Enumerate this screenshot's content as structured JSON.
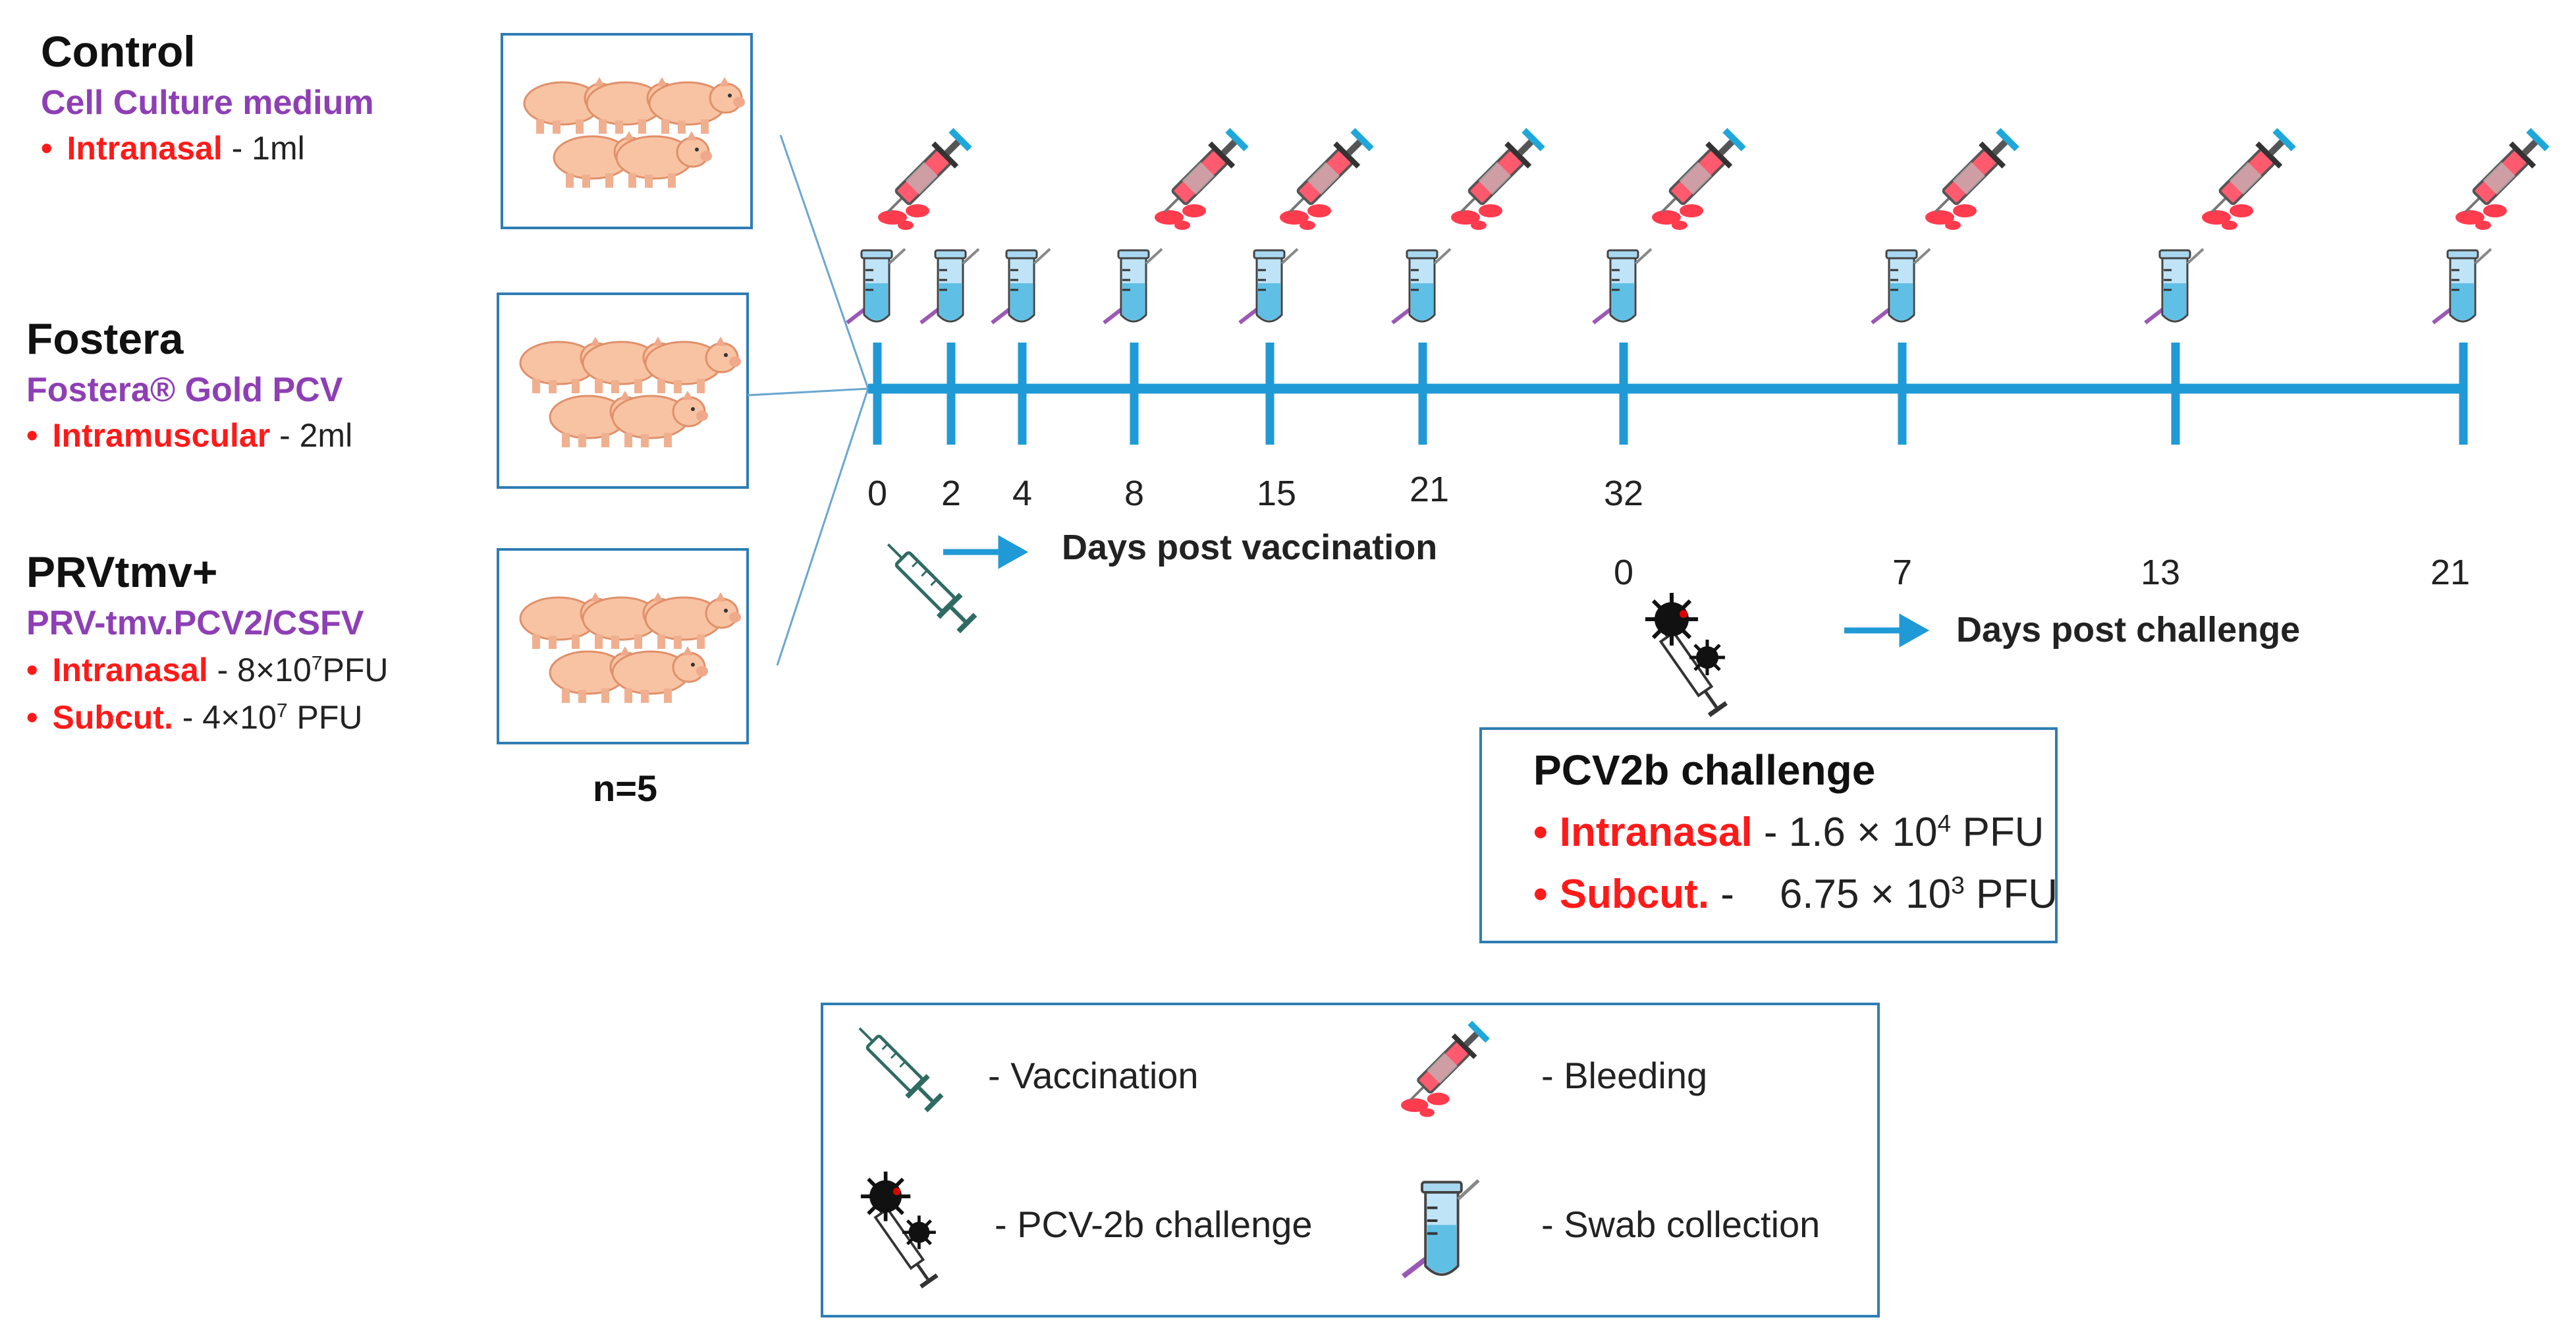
{
  "groups": [
    {
      "name": "Control",
      "agent": "Cell Culture medium",
      "routes": [
        {
          "route": "Intranasal",
          "dose": " - 1ml"
        }
      ]
    },
    {
      "name": "Fostera",
      "agent": "Fostera® Gold PCV",
      "routes": [
        {
          "route": "Intramuscular",
          "dose": " - 2ml"
        }
      ]
    },
    {
      "name": "PRVtmv+",
      "agent": "PRV-tmv.PCV2/CSFV",
      "routes": [
        {
          "route": "Intranasal",
          "dose_pre": " - 8×10",
          "dose_sup": "7",
          "dose_post": "PFU"
        },
        {
          "route": "Subcut.",
          "dose_pre": " - 4×10",
          "dose_sup": "7",
          "dose_post": " PFU"
        }
      ]
    }
  ],
  "n_label": "n=5",
  "timeline": {
    "vaccination_days": [
      "0",
      "2",
      "4",
      "8",
      "15",
      "21",
      "32"
    ],
    "vaccination_axis_label": "Days post vaccination",
    "challenge_days": [
      "0",
      "7",
      "13",
      "21"
    ],
    "challenge_axis_label": "Days post challenge",
    "bleeding_at": [
      "0",
      "8",
      "15",
      "21",
      "32",
      "c7",
      "c13",
      "c21"
    ],
    "swab_at": [
      "0",
      "2",
      "4",
      "8",
      "15",
      "21",
      "32",
      "c7",
      "c13",
      "c21"
    ]
  },
  "challenge": {
    "title": "PCV2b challenge",
    "lines": [
      {
        "route": "Intranasal",
        "pre": " - 1.6 × 10",
        "sup": "4",
        "post": " PFU"
      },
      {
        "route": "Subcut.",
        "pre": " -    6.75 × 10",
        "sup": "3",
        "post": " PFU"
      }
    ]
  },
  "legend": {
    "vaccination": "- Vaccination",
    "bleeding": "- Bleeding",
    "challenge": "- PCV-2b challenge",
    "swab": "- Swab collection"
  },
  "colors": {
    "timeline": "#1f9ad6",
    "route_red": "#ff1a1a",
    "agent_purple": "#8e3fb5",
    "box_border": "#2f7db3",
    "syringe_body": "#ff5a6e",
    "swab_tube": "#bfe3f7",
    "vaccine_syringe": "#2f6b63"
  },
  "icons": [
    "syringe-blood-icon",
    "swab-tube-icon",
    "vaccination-syringe-icon",
    "virus-challenge-icon",
    "pig-group-icon",
    "arrow-right-icon"
  ]
}
